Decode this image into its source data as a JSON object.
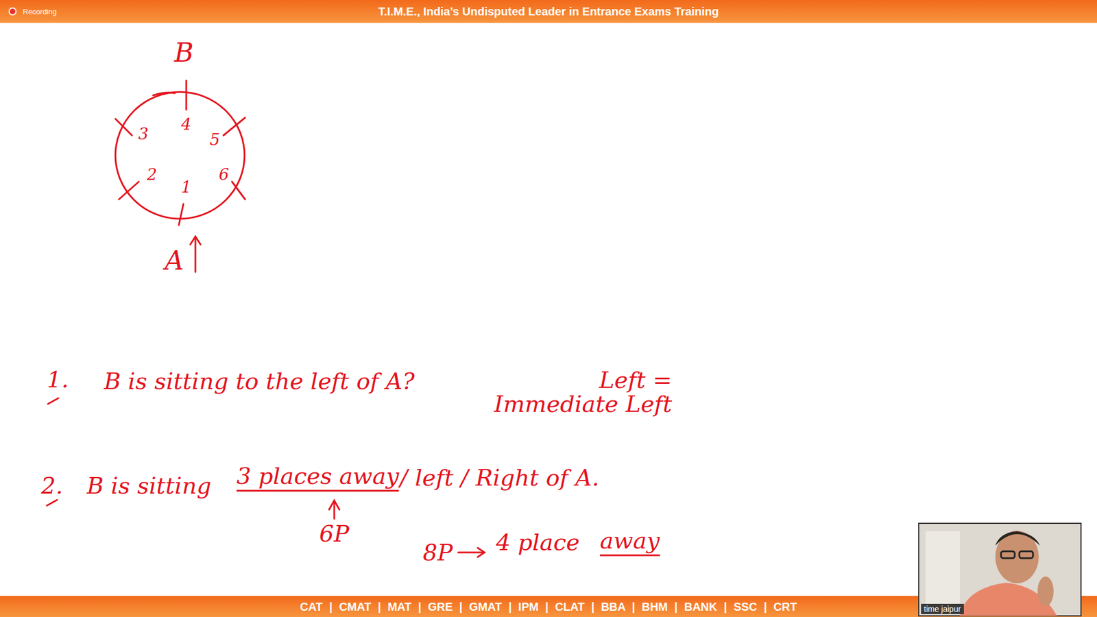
{
  "diagram": {
    "nodes": [
      {
        "text": [
          "3",
          "4",
          "5",
          "2",
          "1",
          "6"
        ]
      }
    ],
    "labels": [
      "Recording",
      "T.I.M.E., India’s Undisputed Leader in Entrance Exams Training",
      "B",
      "A",
      "1.",
      "B is sitting to the left of A?",
      "Left = Immediate Left",
      "2.",
      "B is sitting",
      "3 places away",
      "/ left / Right of A.",
      "6P",
      "8P",
      "4 place",
      "away",
      "CAT | CMAT | MAT | GRE | GMAT | IPM | CLAT | BBA | BHM | BANK | SSC | CRT",
      "time jaipur"
    ]
  }
}
